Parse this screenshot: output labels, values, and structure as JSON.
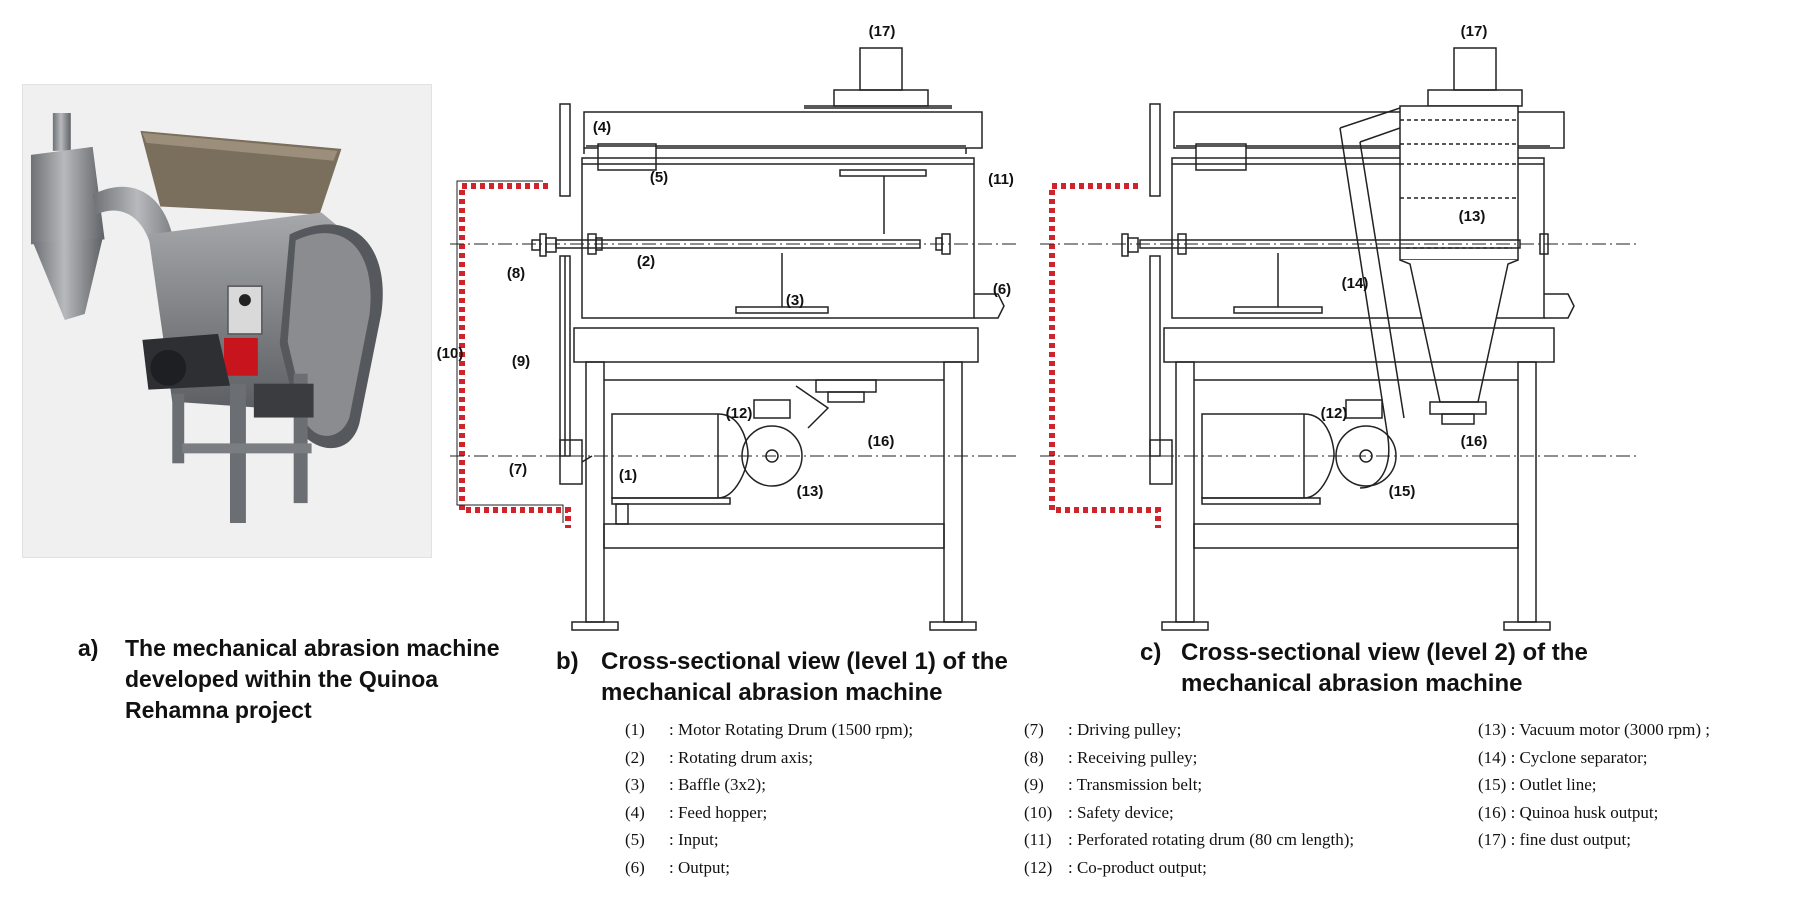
{
  "figure": {
    "panel_a": {
      "letter": "a)",
      "caption": "The mechanical abrasion machine developed within the Quinoa Rehamna project"
    },
    "panel_b": {
      "letter": "b)",
      "caption": "Cross-sectional view (level 1) of the mechanical abrasion machine",
      "callouts": [
        "(1)",
        "(2)",
        "(3)",
        "(4)",
        "(5)",
        "(6)",
        "(7)",
        "(8)",
        "(9)",
        "(10)",
        "(11)",
        "(12)",
        "(13)",
        "(16)",
        "(17)"
      ]
    },
    "panel_c": {
      "letter": "c)",
      "caption": "Cross-sectional view (level 2) of the mechanical abrasion machine",
      "callouts": [
        "(12)",
        "(13)",
        "(14)",
        "(15)",
        "(16)",
        "(17)"
      ]
    },
    "legend": {
      "column_1": [
        {
          "num": "(1)",
          "text": ": Motor Rotating Drum (1500 rpm);"
        },
        {
          "num": "(2)",
          "text": ": Rotating drum axis;"
        },
        {
          "num": "(3)",
          "text": ": Baffle (3x2);"
        },
        {
          "num": "(4)",
          "text": ": Feed hopper;"
        },
        {
          "num": "(5)",
          "text": ": Input;"
        },
        {
          "num": "(6)",
          "text": ": Output;"
        }
      ],
      "column_2": [
        {
          "num": "(7)",
          "text": ": Driving pulley;"
        },
        {
          "num": "(8)",
          "text": ": Receiving pulley;"
        },
        {
          "num": "(9)",
          "text": ": Transmission belt;"
        },
        {
          "num": "(10)",
          "text": ": Safety device;"
        },
        {
          "num": "(11)",
          "text": ": Perforated rotating drum (80 cm length);"
        },
        {
          "num": "(12)",
          "text": ": Co-product output;"
        }
      ],
      "column_3": [
        {
          "num": "(13)",
          "text": ": Vacuum motor (3000 rpm) ;"
        },
        {
          "num": "(14)",
          "text": ": Cyclone separator;"
        },
        {
          "num": "(15)",
          "text": ": Outlet line;"
        },
        {
          "num": "(16)",
          "text": ": Quinoa husk output;"
        },
        {
          "num": "(17)",
          "text": ": fine dust output;"
        }
      ]
    },
    "colors": {
      "line": "#222222",
      "safety_hatch": "#d0242c",
      "machine_metal": "#8d8f93",
      "photo_background": "#f0f0f0",
      "switch_red": "#c8141c"
    }
  }
}
